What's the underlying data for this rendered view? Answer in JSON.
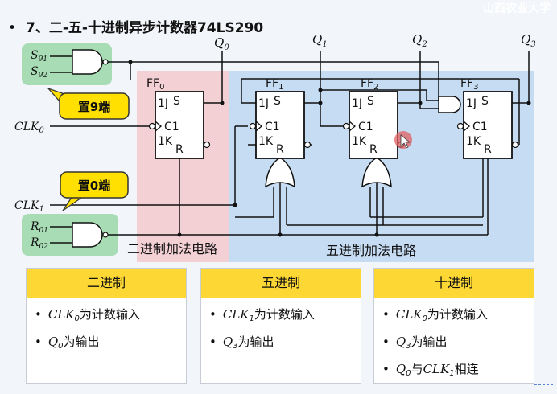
{
  "header": {
    "bullet": "•",
    "title": "7、二-五-十进制异步计数器74LS290",
    "watermark": "山西农业大学"
  },
  "circuit": {
    "inputs": {
      "clk0": "CLK",
      "clk0_sub": "0",
      "clk1": "CLK",
      "clk1_sub": "1",
      "s91": "S",
      "s91_sub": "91",
      "s92": "S",
      "s92_sub": "92",
      "r01": "R",
      "r01_sub": "01",
      "r02": "R",
      "r02_sub": "02"
    },
    "outputs": [
      {
        "label": "Q",
        "sub": "0"
      },
      {
        "label": "Q",
        "sub": "1"
      },
      {
        "label": "Q",
        "sub": "2"
      },
      {
        "label": "Q",
        "sub": "3"
      }
    ],
    "flipflops": [
      {
        "name": "FF",
        "sub": "0",
        "j": "1J",
        "s": "S",
        "c": "C1",
        "k": "1K",
        "r": "R"
      },
      {
        "name": "FF",
        "sub": "1",
        "j": "1J",
        "s": "S",
        "c": "C1",
        "k": "1K",
        "r": "R"
      },
      {
        "name": "FF",
        "sub": "2",
        "j": "1J",
        "s": "S",
        "c": "C1",
        "k": "1K",
        "r": "R"
      },
      {
        "name": "FF",
        "sub": "3",
        "j": "1J",
        "s": "S",
        "c": "C1",
        "k": "1K",
        "r": "R"
      }
    ],
    "callouts": {
      "set9": "置9端",
      "reset0": "置0端"
    },
    "regions": {
      "binary": "二进制加法电路",
      "quinary": "五进制加法电路"
    },
    "colors": {
      "binary_region": "#f3d0d4",
      "quinary_region": "#c6dcf2",
      "gate_group": "#a8dcb4",
      "callout": "#ffe000",
      "panel_header": "#fdd835"
    }
  },
  "panels": [
    {
      "title": "二进制",
      "items": [
        {
          "sym": "CLK",
          "sub": "0",
          "text": "为计数输入"
        },
        {
          "sym": "Q",
          "sub": "0",
          "text": "为输出"
        }
      ]
    },
    {
      "title": "五进制",
      "items": [
        {
          "sym": "CLK",
          "sub": "1",
          "text": "为计数输入"
        },
        {
          "sym": "Q",
          "sub": "3",
          "text": "为输出"
        }
      ]
    },
    {
      "title": "十进制",
      "items": [
        {
          "sym": "CLK",
          "sub": "0",
          "text": "为计数输入"
        },
        {
          "sym": "Q",
          "sub": "3",
          "text": "为输出"
        },
        {
          "sym": "Q",
          "sub": "0",
          "text": "与",
          "sym2": "CLK",
          "sub2": "1",
          "text2": "相连"
        }
      ]
    }
  ]
}
